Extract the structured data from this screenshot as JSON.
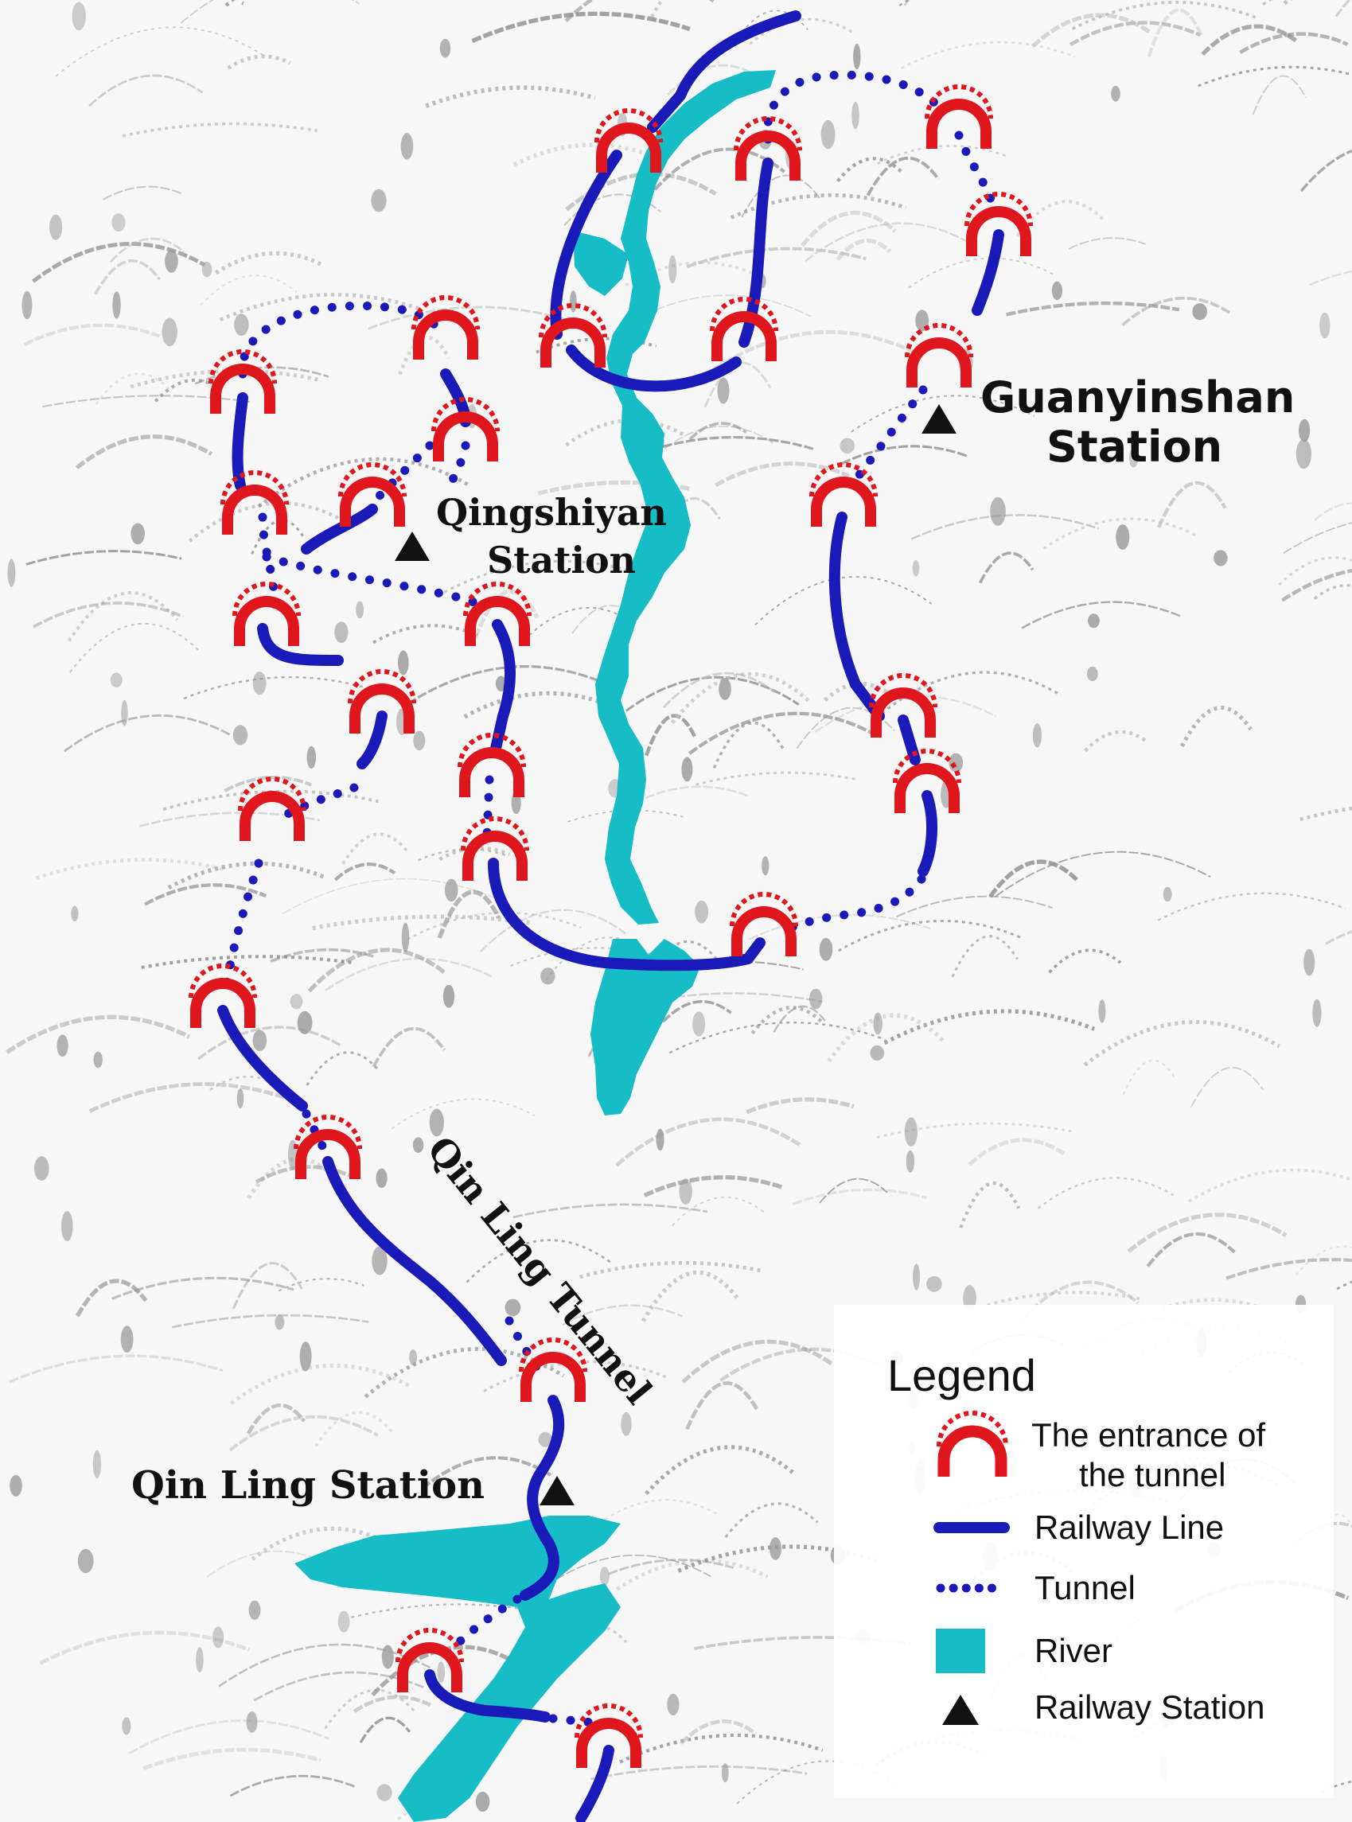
{
  "colors": {
    "railway": "#1a1ab8",
    "tunnel_entrance": "#e0161d",
    "river": "#16bcc6",
    "station": "#111111",
    "terrain_ink": "#8a8a8a",
    "terrain_shade": "#bdbdbd",
    "background": "#f7f7f7"
  },
  "labels": {
    "guanyinshan_line1": "Guanyinshan",
    "guanyinshan_line2": "Station",
    "qingshiyan_line1": "Qingshiyan",
    "qingshiyan_line2": "Station",
    "qin_ling_tunnel": "Qin Ling Tunnel",
    "qin_ling_station": "Qin Ling Station"
  },
  "legend": {
    "title": "Legend",
    "items": [
      {
        "icon": "tunnel-entrance-icon",
        "label_line1": "The entrance of",
        "label_line2": "the tunnel"
      },
      {
        "icon": "railway-line-icon",
        "label": "Railway Line"
      },
      {
        "icon": "tunnel-icon",
        "label": "Tunnel"
      },
      {
        "icon": "river-icon",
        "label": "River"
      },
      {
        "icon": "railway-station-icon",
        "label": "Railway Station"
      }
    ]
  }
}
